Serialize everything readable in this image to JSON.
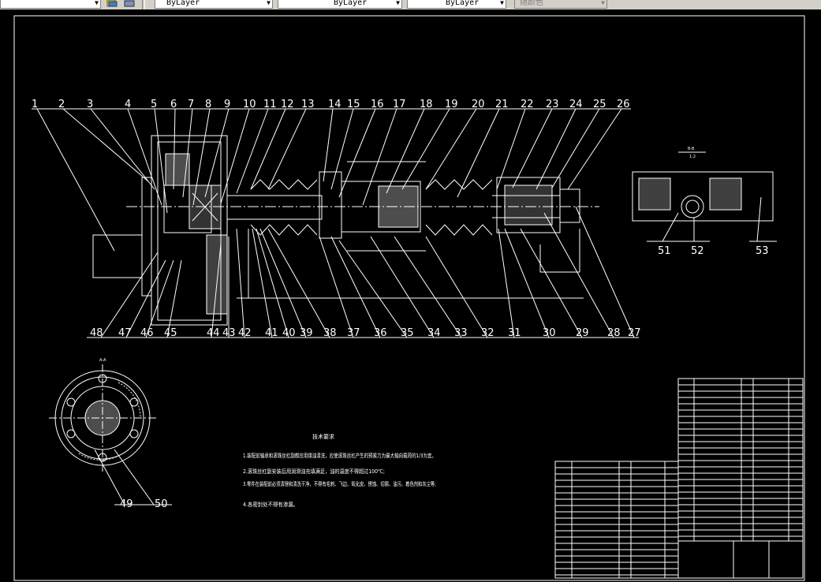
{
  "toolbar": {
    "layer_value": "ByLayer",
    "linetype_value": "ByLayer",
    "lineweight_value": "ByLayer",
    "color_value": "随颜色"
  },
  "drawing": {
    "part_numbers": [
      "1",
      "2",
      "3",
      "4",
      "5",
      "6",
      "7",
      "8",
      "9",
      "10",
      "11",
      "12",
      "13",
      "14",
      "15",
      "16",
      "17",
      "18",
      "19",
      "20",
      "21",
      "22",
      "23",
      "24",
      "25",
      "26"
    ],
    "bottom_numbers": [
      "48",
      "47",
      "46",
      "45",
      "44",
      "43",
      "42",
      "41",
      "40",
      "39",
      "38",
      "37",
      "36",
      "35",
      "34",
      "33",
      "32",
      "31",
      "30",
      "29",
      "28",
      "27"
    ],
    "section_numbers": [
      "51",
      "52",
      "53"
    ],
    "circle_numbers": [
      "49",
      "50"
    ],
    "section_label": "B-B",
    "section_scale": "1:2",
    "aa_label": "A-A",
    "tech_title": "技术要求",
    "tech_notes": [
      "1.装配前轴承和滚珠丝杠副都应用煤油清洗，应使滚珠丝杠产生的预紧力为最大轴向载荷的1/3为宜。",
      "2.滚珠丝杠副安装后用润滑油充填满足，油的温度不得超过100℃;",
      "3.零件在装配前必须清理和清洗干净，不得有毛刺、飞边、氧化皮、锈蚀、切屑、油污、着色剂和灰尘等;",
      "4.各密封处不得有渗漏。"
    ]
  },
  "colors": {
    "background": "#000000",
    "lines": "#ffffff",
    "toolbar": "#d4d0c8"
  }
}
